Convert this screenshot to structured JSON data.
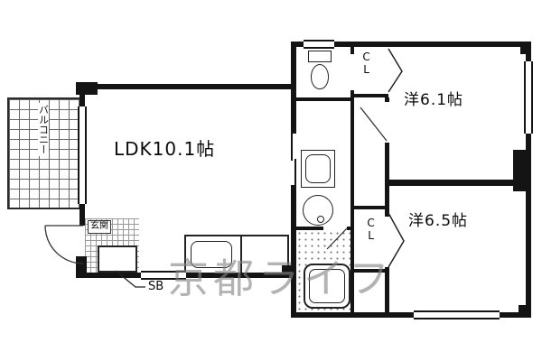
{
  "watermark": {
    "text": "京都ライフ",
    "color": "#848484"
  },
  "rooms": {
    "ldk": {
      "label": "LDK10.1帖"
    },
    "bedroom_1": {
      "label": "洋6.1帖"
    },
    "bedroom_2": {
      "label": "洋6.5帖"
    },
    "balcony": {
      "label": "バルコニー"
    },
    "entrance": {
      "label": "玄関"
    },
    "closet_top": {
      "label": "CL"
    },
    "closet_bottom": {
      "label": "CL"
    },
    "shoe_box": {
      "label": "SB"
    }
  },
  "fixtures": [
    "toilet",
    "washing-machine",
    "washbasin",
    "bathtub",
    "kitchen-sink",
    "entrance-door",
    "folding-doors",
    "windows"
  ],
  "colors": {
    "wall": "#141414",
    "pattern": "#8c8c8c"
  }
}
